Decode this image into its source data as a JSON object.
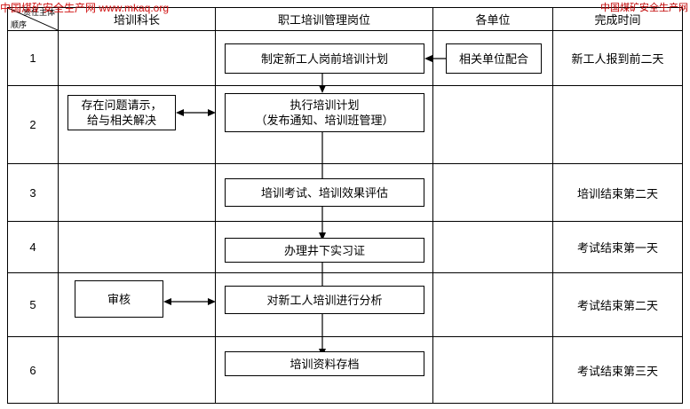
{
  "watermark": {
    "left": "中国煤矿安全生产网 www.mkaq.org",
    "right": "中国煤矿安全生产网"
  },
  "table": {
    "corner": {
      "top_label": "责任主体",
      "bottom_label": "顺序"
    },
    "headers": [
      "培训科长",
      "职工培训管理岗位",
      "各单位",
      "完成时间"
    ],
    "rows": [
      {
        "seq": "1",
        "time": "新工人报到前二天"
      },
      {
        "seq": "2",
        "time": ""
      },
      {
        "seq": "3",
        "time": "培训结束第二天"
      },
      {
        "seq": "4",
        "time": "考试结束第一天"
      },
      {
        "seq": "5",
        "time": "考试结束第二天"
      },
      {
        "seq": "6",
        "time": "考试结束第三天"
      }
    ]
  },
  "flow": {
    "nodes": [
      {
        "id": "n1",
        "label": "制定新工人岗前培训计划"
      },
      {
        "id": "n2",
        "label": "相关单位配合"
      },
      {
        "id": "n3",
        "label": "存在问题请示，\n给与相关解决"
      },
      {
        "id": "n4",
        "label": "执行培训计划\n（发布通知、培训班管理）"
      },
      {
        "id": "n5",
        "label": "培训考试、培训效果评估"
      },
      {
        "id": "n6",
        "label": "办理井下实习证"
      },
      {
        "id": "n7",
        "label": "审核"
      },
      {
        "id": "n8",
        "label": "对新工人培训进行分析"
      },
      {
        "id": "n9",
        "label": "培训资料存档"
      }
    ]
  }
}
